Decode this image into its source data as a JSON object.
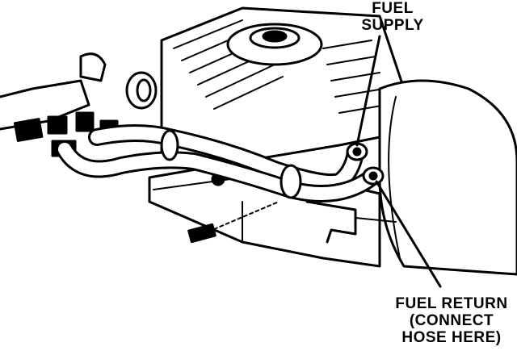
{
  "labels": {
    "fuel_supply": {
      "line1": "FUEL",
      "line2": "SUPPLY"
    },
    "fuel_return": {
      "line1": "FUEL RETURN",
      "line2": "(CONNECT",
      "line3": "HOSE HERE)"
    }
  },
  "colors": {
    "ink": "#000000",
    "paper": "#ffffff"
  }
}
